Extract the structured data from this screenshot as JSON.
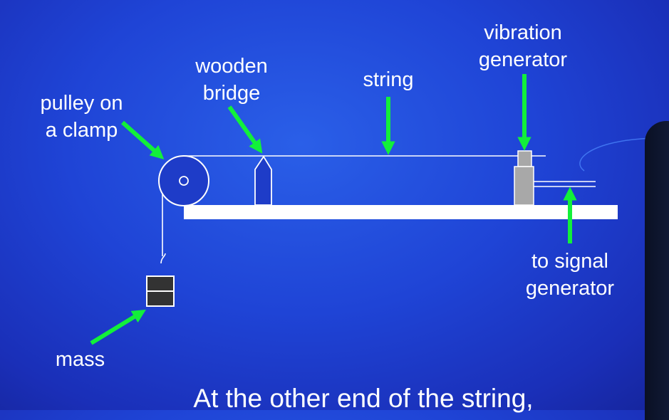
{
  "labels": {
    "pulley": [
      "pulley on",
      "a clamp"
    ],
    "bridge": [
      "wooden",
      "bridge"
    ],
    "string": [
      "string"
    ],
    "vibration": [
      "vibration",
      "generator"
    ],
    "signal": [
      "to signal",
      "generator"
    ],
    "mass": [
      "mass"
    ]
  },
  "caption": "At the other end of the string,",
  "colors": {
    "arrow": "#12f03a",
    "apparatus": "#ffffff",
    "generator": "#a8a8a8",
    "mass": "#333333"
  }
}
